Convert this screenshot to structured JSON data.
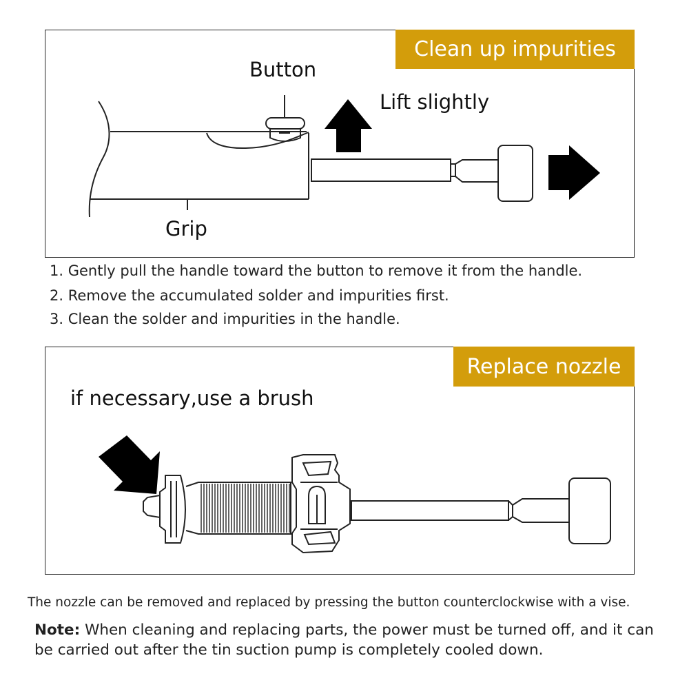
{
  "panel1": {
    "badge": "Clean up impurities",
    "labels": {
      "button": "Button",
      "lift": "Lift slightly",
      "grip": "Grip"
    }
  },
  "steps": [
    "1. Gently pull the handle toward the button to remove it from the handle.",
    "2. Remove the accumulated solder and impurities first.",
    "3. Clean the solder and impurities in the handle."
  ],
  "panel2": {
    "badge": "Replace nozzle",
    "instruction": "if necessary,use a brush"
  },
  "caption": "The nozzle can be removed and replaced by pressing the button counterclockwise with a vise.",
  "note": {
    "label": "Note:",
    "text": " When cleaning and replacing parts, the power must be turned off, and it can be carried out after the tin suction pump is completely cooled down."
  },
  "colors": {
    "badge_bg": "#d39d0b",
    "badge_text": "#ffffff",
    "line": "#222222"
  }
}
